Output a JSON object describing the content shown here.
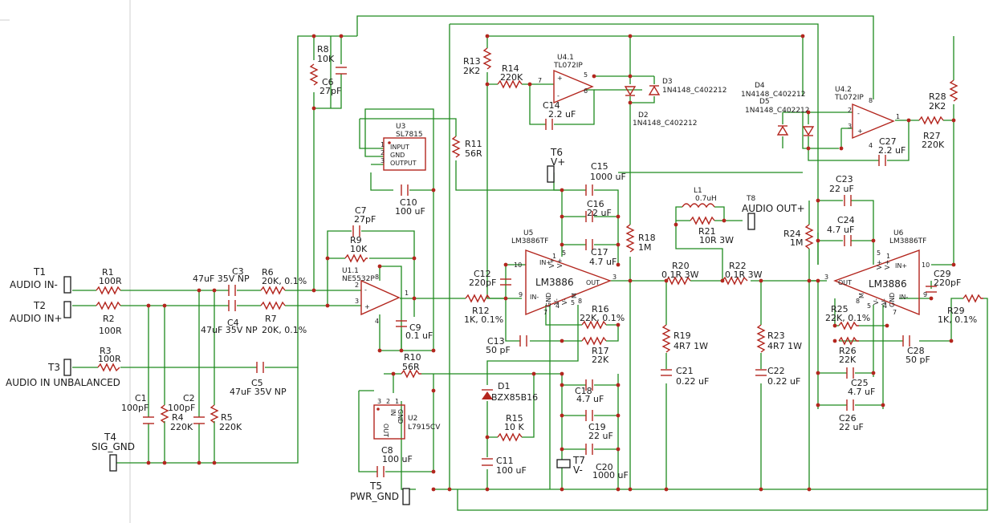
{
  "terminals": {
    "t1": {
      "ref": "T1",
      "name": "AUDIO IN-"
    },
    "t2": {
      "ref": "T2",
      "name": "AUDIO IN+"
    },
    "t3": {
      "ref": "T3",
      "name": "AUDIO IN UNBALANCED"
    },
    "t4": {
      "ref": "T4",
      "name": "SIG_GND"
    },
    "t5": {
      "ref": "T5",
      "name": "PWR_GND"
    },
    "t6": {
      "ref": "T6",
      "name": "V+"
    },
    "t7": {
      "ref": "T7",
      "name": "V-"
    },
    "t8": {
      "ref": "T8",
      "name": "AUDIO OUT+"
    }
  },
  "resistors": {
    "r1": {
      "ref": "R1",
      "value": "100R"
    },
    "r2": {
      "ref": "R2",
      "value": "100R"
    },
    "r3": {
      "ref": "R3",
      "value": "100R"
    },
    "r4": {
      "ref": "R4",
      "value": "220K"
    },
    "r5": {
      "ref": "R5",
      "value": "220K"
    },
    "r6": {
      "ref": "R6",
      "value": "20K, 0.1%"
    },
    "r7": {
      "ref": "R7",
      "value": "20K, 0.1%"
    },
    "r8": {
      "ref": "R8",
      "value": "10K"
    },
    "r9": {
      "ref": "R9",
      "value": "10K"
    },
    "r10": {
      "ref": "R10",
      "value": "56R"
    },
    "r11": {
      "ref": "R11",
      "value": "56R"
    },
    "r12": {
      "ref": "R12",
      "value": "1K, 0.1%"
    },
    "r13": {
      "ref": "R13",
      "value": "2K2"
    },
    "r14": {
      "ref": "R14",
      "value": "220K"
    },
    "r15": {
      "ref": "R15",
      "value": "10 K"
    },
    "r16": {
      "ref": "R16",
      "value": "22K, 0.1%"
    },
    "r17": {
      "ref": "R17",
      "value": "22K"
    },
    "r18": {
      "ref": "R18",
      "value": "1M"
    },
    "r19": {
      "ref": "R19",
      "value": "4R7 1W"
    },
    "r20": {
      "ref": "R20",
      "value": "0.1R 3W"
    },
    "r21": {
      "ref": "R21",
      "value": "10R 3W"
    },
    "r22": {
      "ref": "R22",
      "value": "0.1R 3W"
    },
    "r23": {
      "ref": "R23",
      "value": "4R7 1W"
    },
    "r24": {
      "ref": "R24",
      "value": "1M"
    },
    "r25": {
      "ref": "R25",
      "value": "22K, 0.1%"
    },
    "r26": {
      "ref": "R26",
      "value": "22K"
    },
    "r27": {
      "ref": "R27",
      "value": "220K"
    },
    "r28": {
      "ref": "R28",
      "value": "2K2"
    },
    "r29": {
      "ref": "R29",
      "value": "1K, 0.1%"
    }
  },
  "capacitors": {
    "c1": {
      "ref": "C1",
      "value": "100pF"
    },
    "c2": {
      "ref": "C2",
      "value": "100pF"
    },
    "c3": {
      "ref": "C3",
      "value": "47uF 35V NP"
    },
    "c4": {
      "ref": "C4",
      "value": "47uF 35V NP"
    },
    "c5": {
      "ref": "C5",
      "value": "47uF 35V NP"
    },
    "c6": {
      "ref": "C6",
      "value": "27pF"
    },
    "c7": {
      "ref": "C7",
      "value": "27pF"
    },
    "c8": {
      "ref": "C8",
      "value": "100 uF"
    },
    "c9": {
      "ref": "C9",
      "value": "0.1 uF"
    },
    "c10": {
      "ref": "C10",
      "value": "100 uF"
    },
    "c11": {
      "ref": "C11",
      "value": "100 uF"
    },
    "c12": {
      "ref": "C12",
      "value": "220pF"
    },
    "c13": {
      "ref": "C13",
      "value": "50 pF"
    },
    "c14": {
      "ref": "C14",
      "value": "2.2 uF"
    },
    "c15": {
      "ref": "C15",
      "value": "1000 uF"
    },
    "c16": {
      "ref": "C16",
      "value": "22 uF"
    },
    "c17": {
      "ref": "C17",
      "value": "4.7 uF"
    },
    "c18": {
      "ref": "C18",
      "value": "4.7 uF"
    },
    "c19": {
      "ref": "C19",
      "value": "22 uF"
    },
    "c20": {
      "ref": "C20",
      "value": "1000 uF"
    },
    "c21": {
      "ref": "C21",
      "value": "0.22 uF"
    },
    "c22": {
      "ref": "C22",
      "value": "0.22 uF"
    },
    "c23": {
      "ref": "C23",
      "value": "22 uF"
    },
    "c24": {
      "ref": "C24",
      "value": "4.7 uF"
    },
    "c25": {
      "ref": "C25",
      "value": "4.7 uF"
    },
    "c26": {
      "ref": "C26",
      "value": "22 uF"
    },
    "c27": {
      "ref": "C27",
      "value": "2.2 uF"
    },
    "c28": {
      "ref": "C28",
      "value": "50 pF"
    },
    "c29": {
      "ref": "C29",
      "value": "220pF"
    }
  },
  "ics": {
    "u1": {
      "ref": "U1.1",
      "part": "NE5532P"
    },
    "u2": {
      "ref": "U2",
      "part": "L7915CV"
    },
    "u3": {
      "ref": "U3",
      "part": "SL7815"
    },
    "u41": {
      "ref": "U4.1",
      "part": "TL072IP"
    },
    "u42": {
      "ref": "U4.2",
      "part": "TL072IP"
    },
    "u5": {
      "ref": "U5",
      "part": "LM3886TF",
      "body": "LM3886"
    },
    "u6": {
      "ref": "U6",
      "part": "LM3886TF",
      "body": "LM3886"
    }
  },
  "reg_pins": {
    "input": "INPUT",
    "gnd": "GND",
    "output": "OUTPUT",
    "out": "OUT",
    "in": "IN",
    "gnd2": "GND"
  },
  "diodes": {
    "d1": {
      "ref": "D1",
      "part": "BZX85B16"
    },
    "d2": {
      "ref": "D2",
      "part": "1N4148_C402212"
    },
    "d3": {
      "ref": "D3",
      "part": "1N4148_C402212"
    },
    "d4": {
      "ref": "D4",
      "part": "1N4148_C402212"
    },
    "d5": {
      "ref": "D5",
      "part": "1N4148_C402212"
    }
  },
  "inductors": {
    "l1": {
      "ref": "L1",
      "value": "0.7uH"
    }
  },
  "opamp_pins": {
    "plus": "+",
    "minus": "-",
    "in_plus": "IN+",
    "in_minus": "IN-",
    "out": "OUT",
    "vplus": "V+",
    "vminus": "V-",
    "gnd": "GND",
    "mute": "M"
  },
  "pin_numbers": {
    "p1": "1",
    "p2": "2",
    "p3": "3",
    "p4": "4",
    "p5": "5",
    "p6": "6",
    "p7": "7",
    "p8": "8",
    "p9": "9",
    "p10": "10"
  },
  "colors": {
    "wire": "#1e8a1e",
    "component": "#b3261e",
    "grid": "#cfcfcf"
  }
}
